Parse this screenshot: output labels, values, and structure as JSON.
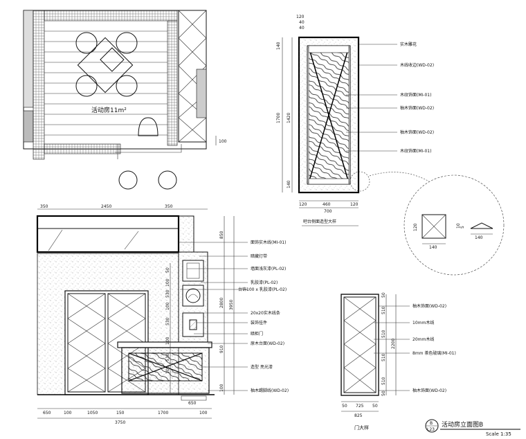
{
  "plan": {
    "room_label": "活动房11m²",
    "dim_100": "100"
  },
  "elevation_b": {
    "top_dims": [
      "350",
      "2450",
      "350"
    ],
    "bottom_dims": [
      "650",
      "100",
      "1050",
      "150",
      "1700",
      "100"
    ],
    "total_width": "3750",
    "dim_650_right": "650",
    "right_dims": [
      "850",
      "2800",
      "3950"
    ],
    "small_dims": [
      "50",
      "100",
      "530",
      "100",
      "530",
      "100",
      "530",
      "100",
      "910",
      "100"
    ],
    "labels": [
      "面饰实木线(MI-01)",
      "暗藏灯带",
      "墙面浅灰漆(PL-02)",
      "乳胶漆(PL-02)",
      "台饰100 x 乳胶漆(PL-02)",
      "20x20实木线条",
      "装饰挂件",
      "暗柜门",
      "原木台面(WD-02)",
      "造型 亮光漆",
      "柚木踢脚线(WD-02)"
    ],
    "title": "活动房立面图B",
    "ref_letter": "B",
    "ref_sheet": "L23",
    "scale": "Scale   1:35"
  },
  "panel_detail": {
    "top_dims": [
      "120",
      "40",
      "40"
    ],
    "left_dims": [
      "140",
      "1700",
      "1420",
      "140"
    ],
    "bottom_dims": [
      "120",
      "460",
      "120"
    ],
    "total_width": "700",
    "labels": [
      "实木雕花",
      "木线收边(WD-02)",
      "木纹饰面(MI-01)",
      "柚木饰面(WD-02)",
      "柚木饰面(WD-02)",
      "木纹饰面(MI-01)"
    ],
    "title": "吧台侧面造型大样"
  },
  "circle_detail": {
    "dims": [
      "120",
      "140",
      "10",
      "5",
      "140"
    ]
  },
  "door_detail": {
    "right_dims": [
      "50",
      "510",
      "510",
      "2200",
      "510",
      "510",
      "50"
    ],
    "bottom_dims": [
      "50",
      "725",
      "50"
    ],
    "total_width": "825",
    "labels": [
      "柚木饰面(WD-02)",
      "10mm木线",
      "20mm木线",
      "8mm 茶色玻璃(MI-01)",
      "柚木饰面(WD-02)"
    ],
    "title": "门大样"
  }
}
